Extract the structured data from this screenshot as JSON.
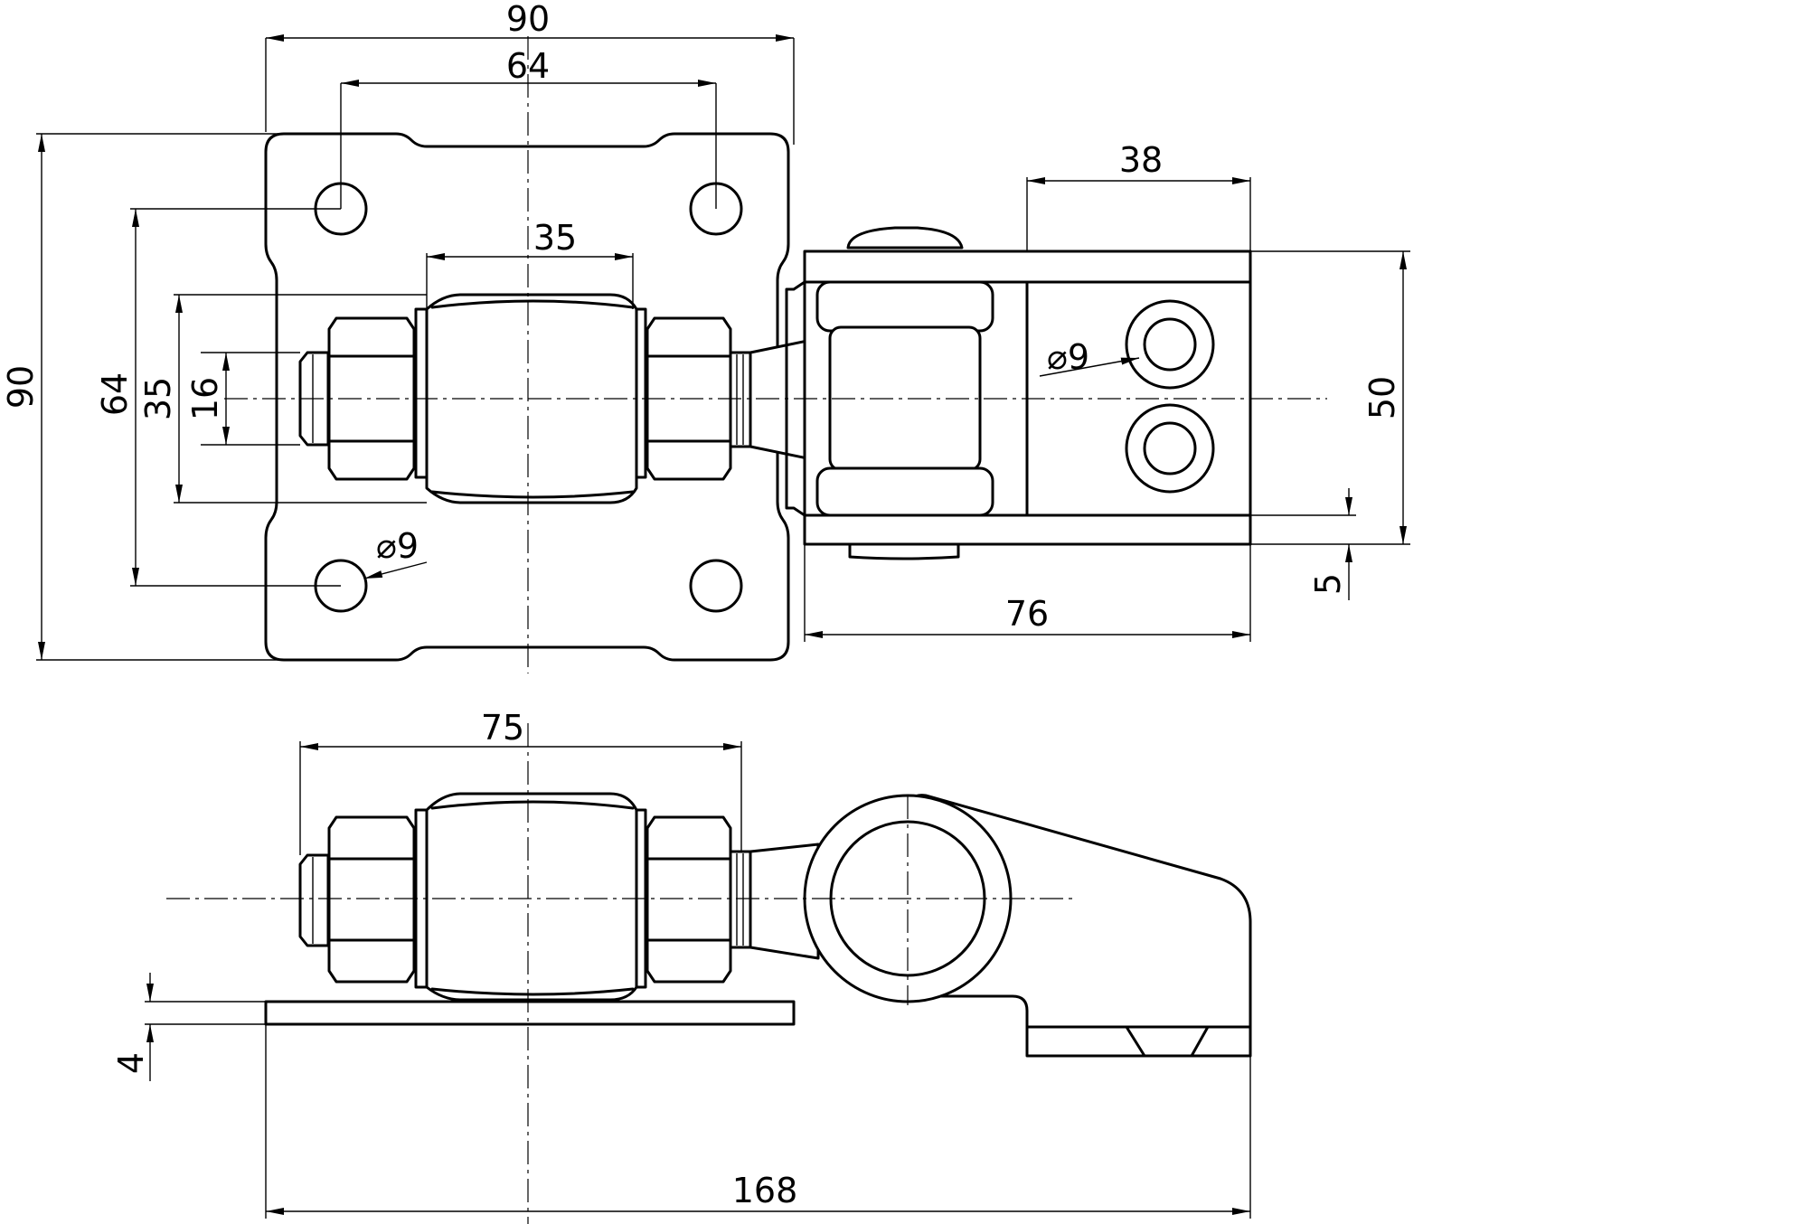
{
  "drawing": {
    "top_view": {
      "plate_width": "90",
      "hole_spacing_horizontal": "64",
      "plate_height": "90",
      "hole_spacing_vertical": "64",
      "body_length": "35",
      "body_height": "35",
      "thread_diameter": "16",
      "plate_hole_diameter": "⌀9",
      "bracket_hole_length": "38",
      "bracket_hole_diameter": "⌀9",
      "bracket_width": "50",
      "bracket_thickness": "5",
      "bracket_length": "76"
    },
    "side_view": {
      "adjustment_length": "75",
      "plate_thickness": "4",
      "overall_length": "168"
    }
  }
}
